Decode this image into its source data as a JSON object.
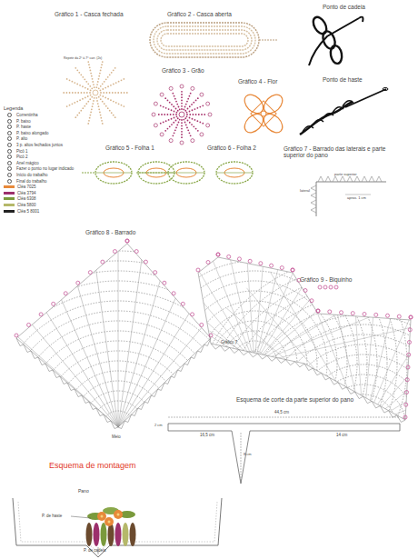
{
  "diagram": {
    "labels": [
      "Gráfico 1 - Casca fechada",
      "Repetir da 2ª à 7ª carr. (2x)",
      "Gráfico 2 - Casca aberta",
      "Ponto de cadeia",
      "Gráfico 3 - Grão",
      "Gráfico 4 - Flor",
      "Ponto de haste",
      "Legenda",
      "Gráfico 5 - Folha 1",
      "Gráfico 6 - Folha 2",
      "Gráfico 7 - Barrado das laterais e parte superior do pano",
      "parte superior",
      "lateral",
      "aprox. 1 cm",
      "Gráfico 8 - Barrado",
      "Gráfico 9 - Biquinho",
      "Gráfico 7",
      "Meio",
      "Esquema de corte da parte superior do pano",
      "44,5 cm",
      "16,5 cm",
      "14 cm",
      "2 cm",
      "8 cm",
      "Esquema de montagem",
      "Pano",
      "P. de haste",
      "P. de cadeia"
    ],
    "legend": [
      {
        "text": "Correntinha"
      },
      {
        "text": "P. baixo"
      },
      {
        "text": "P. haste"
      },
      {
        "text": "P. baixo alongado"
      },
      {
        "text": "P. alto"
      },
      {
        "text": "3 p. altos fechados juntos"
      },
      {
        "text": "Picô 1"
      },
      {
        "text": "Picô 2"
      },
      {
        "text": "Anel mágico"
      },
      {
        "text": "Fazer o ponto no lugar indicado"
      },
      {
        "text": "Início do trabalho"
      },
      {
        "text": "Final do trabalho"
      },
      {
        "text": "Cléa 7025",
        "color": "#e8893a"
      },
      {
        "text": "Cléa 3794",
        "color": "#9c2f6c"
      },
      {
        "text": "Cléa 6308",
        "color": "#7a9a3c"
      },
      {
        "text": "Cléa 5800",
        "color": "#b5b86a"
      },
      {
        "text": "Cléa 5 8001",
        "color": "#222222"
      }
    ]
  }
}
